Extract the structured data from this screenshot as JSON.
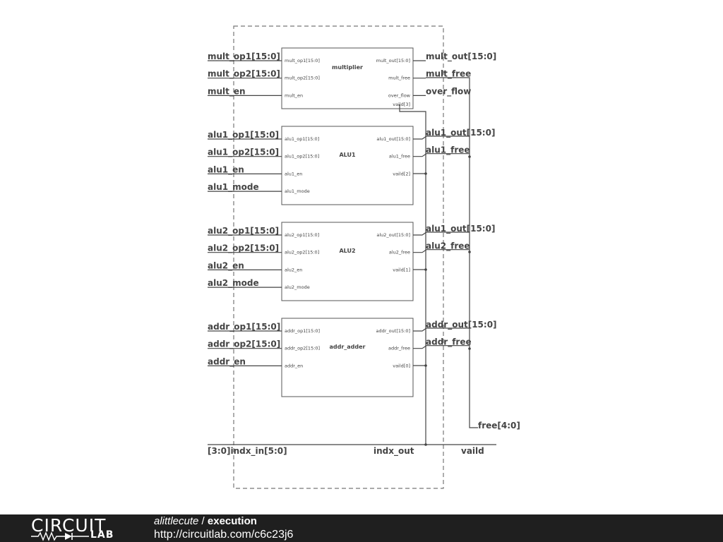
{
  "blocks": [
    {
      "name": "multiplier",
      "left_pins": [
        "mult_op1[15:0]",
        "mult_op2[15:0]",
        "mult_en"
      ],
      "right_pins": [
        "mult_out[15:0]",
        "mult_free",
        "over_flow",
        "vaild[3]"
      ]
    },
    {
      "name": "ALU1",
      "left_pins": [
        "alu1_op1[15:0]",
        "alu1_op2[15:0]",
        "alu1_en",
        "alu1_mode"
      ],
      "right_pins": [
        "alu1_out[15:0]",
        "alu1_free",
        "vaild[2]"
      ]
    },
    {
      "name": "ALU2",
      "left_pins": [
        "alu2_op1[15:0]",
        "alu2_op2[15:0]",
        "alu2_en",
        "alu2_mode"
      ],
      "right_pins": [
        "alu2_out[15:0]",
        "alu2_free",
        "vaild[1]"
      ]
    },
    {
      "name": "addr_adder",
      "left_pins": [
        "addr_op1[15:0]",
        "addr_op2[15:0]",
        "addr_en"
      ],
      "right_pins": [
        "addr_out[15:0]",
        "addr_free",
        "vaild[0]"
      ]
    }
  ],
  "inputs": [
    "mult_op1[15:0]",
    "mult_op2[15:0]",
    "mult_en",
    "alu1_op1[15:0]",
    "alu1_op2[15:0]",
    "alu1_en",
    "alu1_mode",
    "alu2_op1[15:0]",
    "alu2_op2[15:0]",
    "alu2_en",
    "alu2_mode",
    "addr_op1[15:0]",
    "addr_op2[15:0]",
    "addr_en"
  ],
  "outputs": [
    "mult_out[15:0]",
    "mult_free",
    "over_flow",
    "alu1_out[15:0]",
    "alu1_free",
    "alu1_out[15:0]",
    "alu2_free",
    "addr_out[15:0]",
    "addr_free"
  ],
  "free_bus": "free[4:0]",
  "bottom": {
    "index_in": "[3:0]indx_in[5:0]",
    "index_out": "indx_out",
    "valid": "vaild"
  },
  "footer": {
    "logo_top": "CIRCUIT",
    "logo_bottom": "LAB",
    "user": "alittlecute",
    "separator": " / ",
    "project": "execution",
    "url": "http://circuitlab.com/c6c23j6"
  }
}
